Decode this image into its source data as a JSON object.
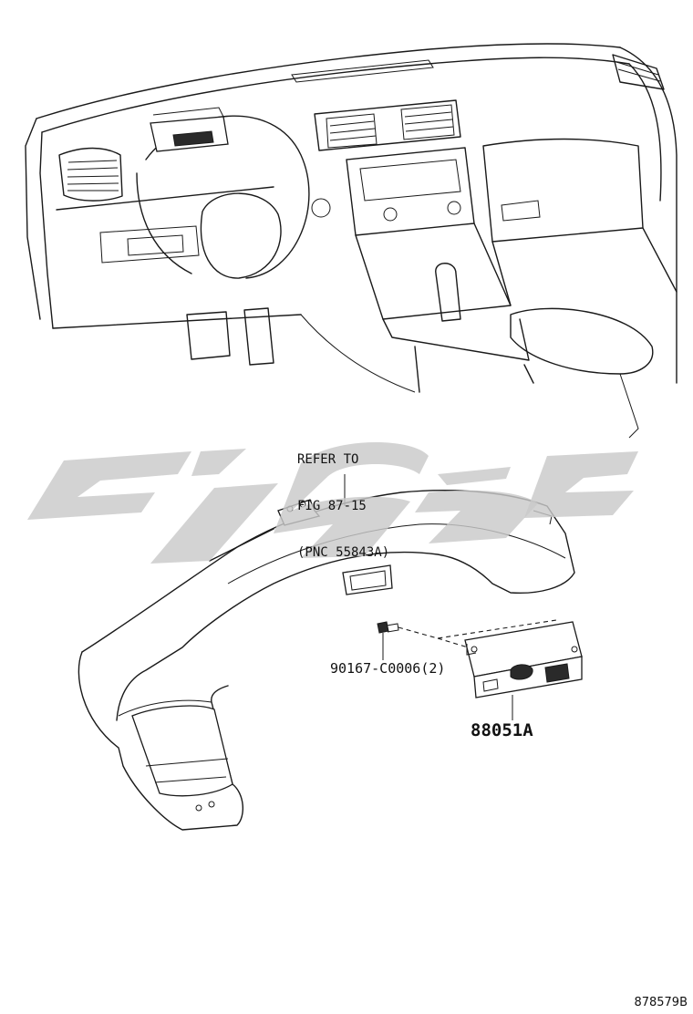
{
  "reference_note": {
    "line1": "REFER TO",
    "line2": "FIG 87-15",
    "line3": "(PNC 55843A)"
  },
  "parts": [
    {
      "part_number": "90167-C0006(2)"
    },
    {
      "part_number": "88051A"
    }
  ],
  "figure_code": "878579B",
  "watermark_color": "#c9c9c9",
  "line_color": "#1a1a1a"
}
